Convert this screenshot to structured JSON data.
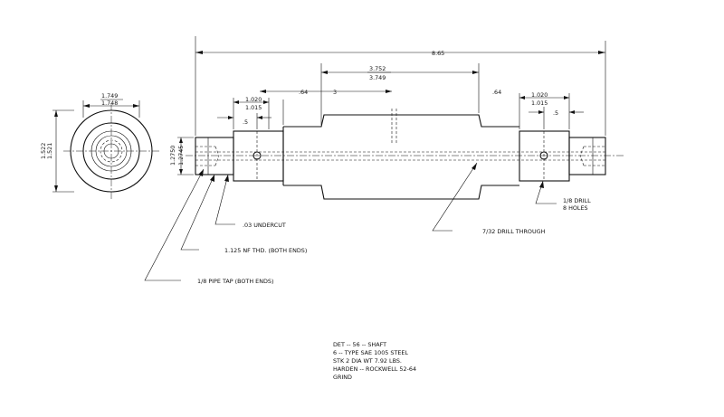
{
  "dimensions": {
    "overall_length": "8.65",
    "end_dia_upper": "1.749",
    "end_dia_lower": "1.748",
    "center_len_upper": "3.752",
    "center_len_lower": "3.749",
    "step_left": ".64",
    "step_right": ".64",
    "three": "3",
    "left_len_upper": "1.020",
    "left_len_lower": "1.015",
    "left_half": ".5",
    "right_len_upper": "1.020",
    "right_len_lower": "1.015",
    "right_half": ".5",
    "bore_upper": "1.522",
    "bore_lower": "1.521",
    "thread_dia_upper": "1.2750",
    "thread_dia_lower": "1.2745"
  },
  "callouts": {
    "undercut": ".03 UNDERCUT",
    "thread": "1.125 NF THD. (BOTH ENDS)",
    "pipe_tap": "1/8 PIPE TAP (BOTH ENDS)",
    "drill_through": "7/32 DRILL THROUGH",
    "drill_line1": "1/8 DRILL",
    "drill_line2": "8 HOLES"
  },
  "notes": [
    "DET -- 56 -- SHAFT",
    "6 -- TYPE SAE 1005 STEEL",
    "STK 2 DIA WT 7.92 LBS.",
    "HARDEN -- ROCKWELL 52-64",
    "GRIND"
  ]
}
